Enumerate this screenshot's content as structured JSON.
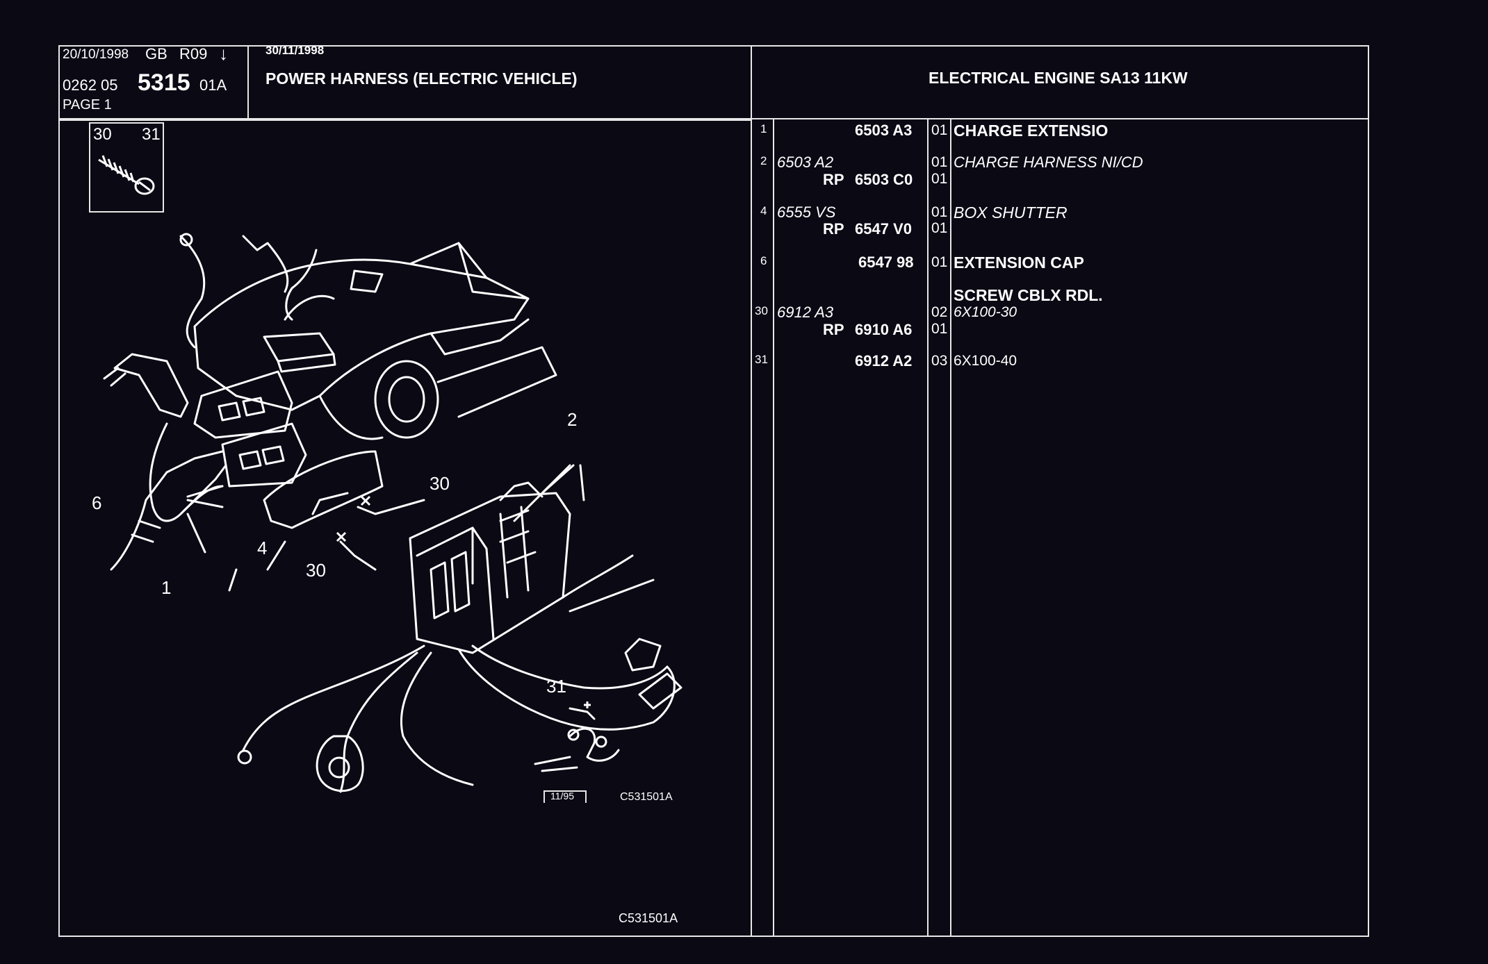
{
  "header": {
    "date": "20/10/1998",
    "lang": "GB",
    "revision": "R09",
    "arrow": "↓",
    "ref_prefix": "0262 05",
    "ref_number": "5315",
    "ref_suffix": "01A",
    "page": "PAGE 1",
    "date2": "30/11/1998",
    "title": "POWER HARNESS (ELECTRIC VEHICLE)",
    "subtitle": "ELECTRICAL ENGINE SA13 11KW"
  },
  "inset": {
    "label_a": "30",
    "label_b": "31"
  },
  "diagram": {
    "callouts": [
      "2",
      "30",
      "6",
      "4",
      "30",
      "1",
      "31"
    ],
    "stamp": "11/95",
    "code": "C531501A",
    "footer_code": "C531501A"
  },
  "parts": [
    {
      "item": "1",
      "ref": "",
      "rp_label": "",
      "ref_bold": "6503 A3",
      "qty": "01",
      "qty2": "",
      "desc": "CHARGE EXTENSIO",
      "desc_style": "bold"
    },
    {
      "item": "2",
      "ref": "6503 A2",
      "rp_label": "RP",
      "ref_bold": "6503 C0",
      "qty": "01",
      "qty2": "01",
      "desc": "CHARGE HARNESS NI/CD",
      "desc_style": "italic"
    },
    {
      "item": "4",
      "ref": "6555 VS",
      "rp_label": "RP",
      "ref_bold": "6547 V0",
      "qty": "01",
      "qty2": "01",
      "desc": "BOX SHUTTER",
      "desc_style": "italic"
    },
    {
      "item": "6",
      "ref": "",
      "rp_label": "",
      "ref_bold": "6547 98",
      "qty": "01",
      "qty2": "",
      "desc": "EXTENSION CAP",
      "desc_style": "bold"
    },
    {
      "item": "30",
      "ref": "6912 A3",
      "rp_label": "RP",
      "ref_bold": "6910 A6",
      "qty": "02",
      "qty2": "01",
      "desc_head": "SCREW CBLX RDL.",
      "desc": "6X100-30",
      "desc_style": "italic"
    },
    {
      "item": "31",
      "ref": "",
      "rp_label": "",
      "ref_bold": "6912 A2",
      "qty": "03",
      "qty2": "",
      "desc": "6X100-40",
      "desc_style": "plain"
    }
  ]
}
